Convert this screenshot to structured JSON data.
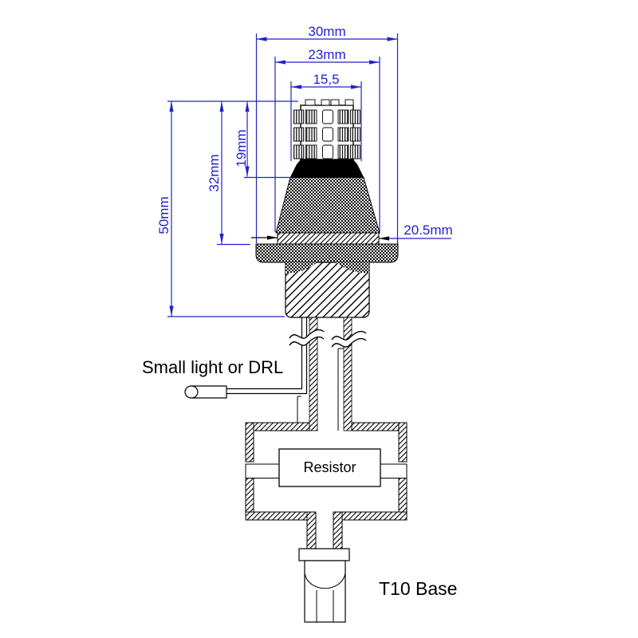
{
  "dimensions": {
    "width_overall": "30mm",
    "width_mid": "23mm",
    "width_led": "15,5",
    "height_led": "19mm",
    "height_mid": "32mm",
    "height_overall": "50mm",
    "width_ring": "20.5mm"
  },
  "labels": {
    "wire": "Small light or DRL",
    "resistor": "Resistor",
    "base": "T10 Base"
  },
  "colors": {
    "dimension_blue": "#2222cc",
    "outline_black": "#000000"
  }
}
